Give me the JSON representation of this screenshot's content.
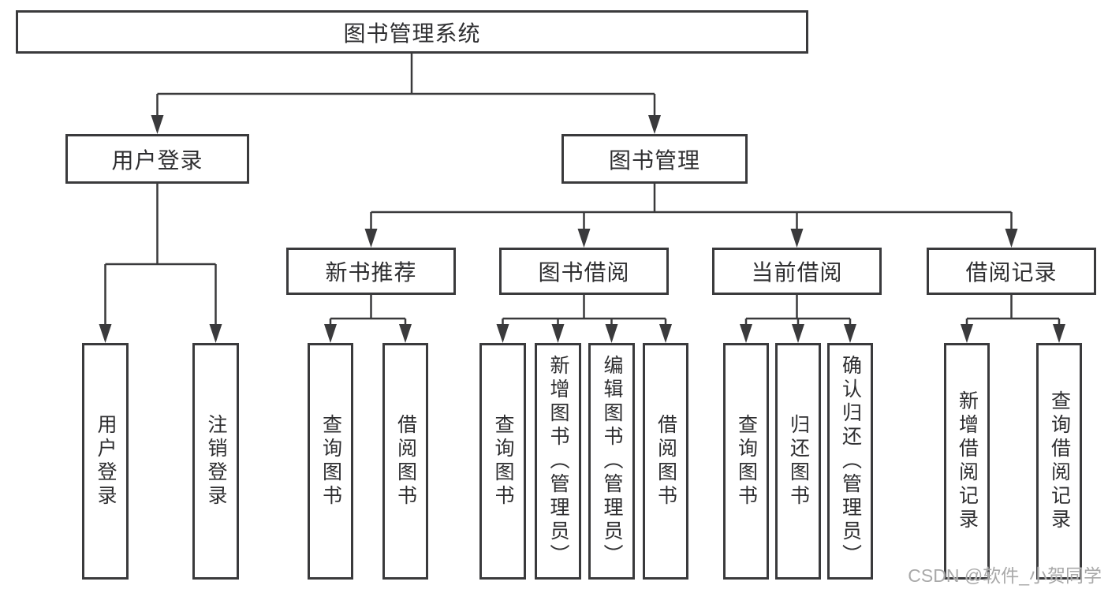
{
  "diagram": {
    "root": {
      "label": "图书管理系统"
    },
    "branches": [
      {
        "label": "用户登录",
        "children": [
          {
            "label": "用户登录"
          },
          {
            "label": "注销登录"
          }
        ]
      },
      {
        "label": "图书管理",
        "children": [
          {
            "label": "新书推荐",
            "children": [
              {
                "label": "查询图书"
              },
              {
                "label": "借阅图书"
              }
            ]
          },
          {
            "label": "图书借阅",
            "children": [
              {
                "label": "查询图书"
              },
              {
                "label": "新增图书（管理员）"
              },
              {
                "label": "编辑图书（管理员）"
              },
              {
                "label": "借阅图书"
              }
            ]
          },
          {
            "label": "当前借阅",
            "children": [
              {
                "label": "查询图书"
              },
              {
                "label": "归还图书"
              },
              {
                "label": "确认归还（管理员）"
              }
            ]
          },
          {
            "label": "借阅记录",
            "children": [
              {
                "label": "新增借阅记录"
              },
              {
                "label": "查询借阅记录"
              }
            ]
          }
        ]
      }
    ]
  },
  "colors": {
    "line": "#3a3a3c",
    "node_border": "#3a3a3c",
    "node_text": "#2e2e30",
    "watermark_text": "#a9a9a9"
  },
  "watermark": {
    "text": "CSDN @软件_小贺同学"
  }
}
